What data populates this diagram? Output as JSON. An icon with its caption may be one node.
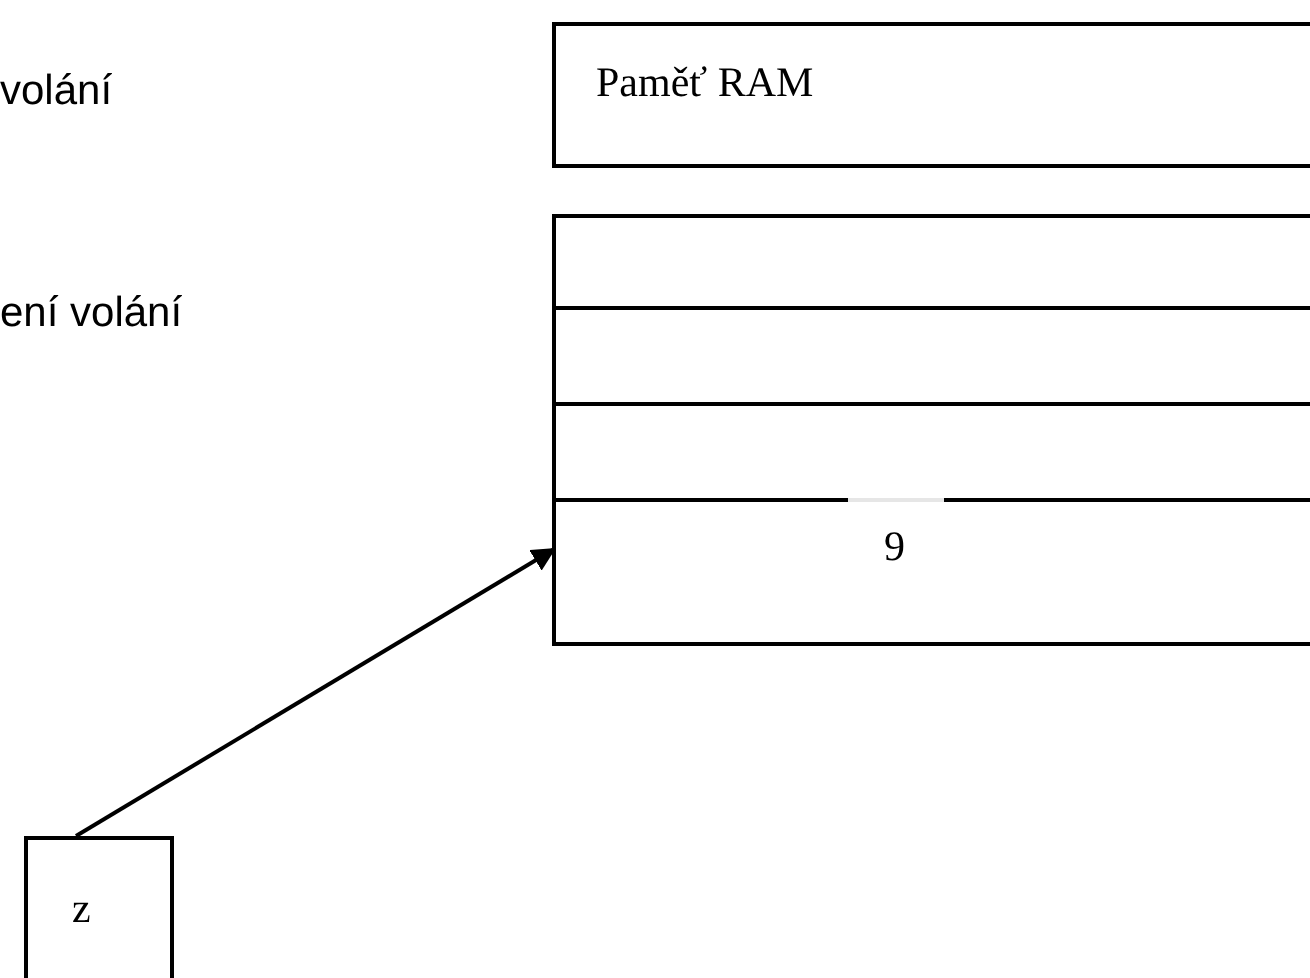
{
  "diagram": {
    "nodes": [
      {
        "text": [
          "Paměť RAM"
        ]
      },
      {
        "text": [],
        "shape": "box"
      },
      {
        "text": [],
        "shape": "box",
        "in": 1
      },
      {
        "text": [],
        "shape": "box",
        "in": 1
      },
      {
        "text": [],
        "shape": "box",
        "in": 1
      },
      {
        "text": [
          "9"
        ],
        "in": 1
      },
      {
        "text": [
          "z"
        ]
      }
    ],
    "edges": [
      {
        "from": 6,
        "to": 5,
        "arrow": "to"
      }
    ],
    "labels": [
      "volání",
      "ení volání"
    ]
  }
}
